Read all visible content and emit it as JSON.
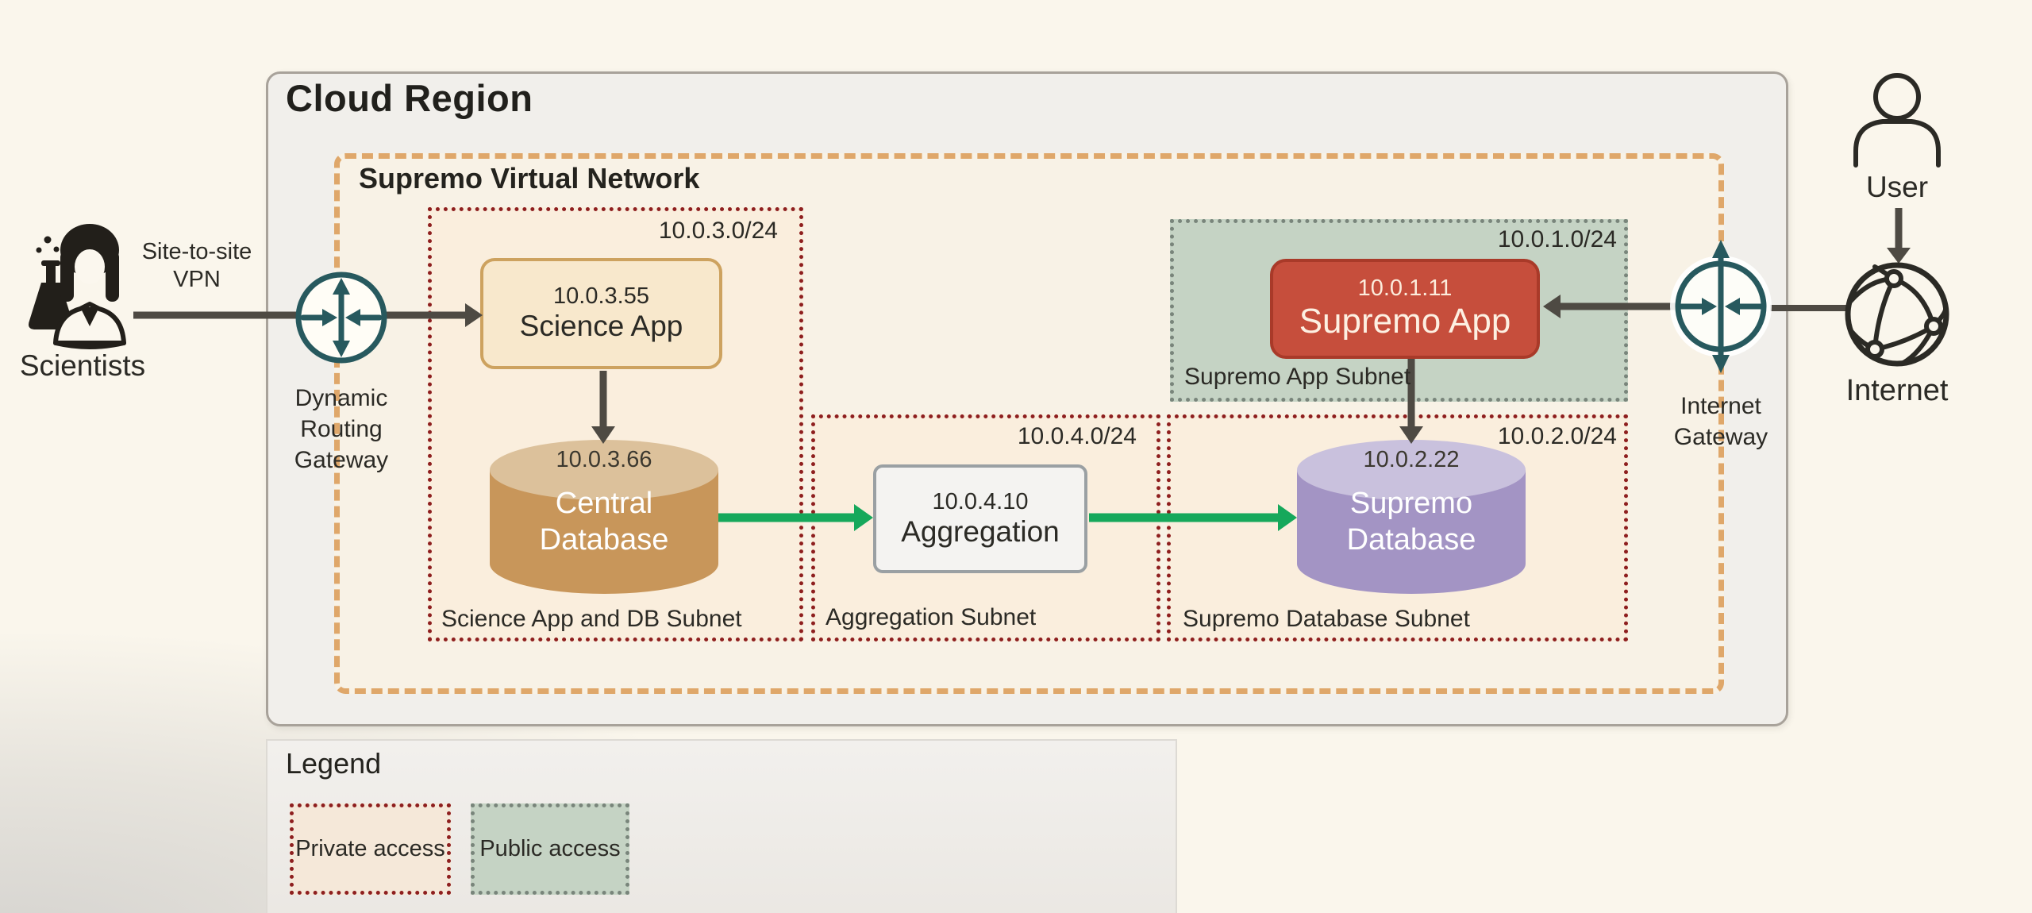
{
  "diagram": {
    "cloud_region": {
      "title": "Cloud Region"
    },
    "virtual_network": {
      "label": "Supremo Virtual Network"
    },
    "subnets": {
      "science": {
        "cidr": "10.0.3.0/24",
        "name": "Science App and DB Subnet",
        "access": "private"
      },
      "aggregation": {
        "cidr": "10.0.4.0/24",
        "name": "Aggregation Subnet",
        "access": "private"
      },
      "supremo_database": {
        "cidr": "10.0.2.0/24",
        "name": "Supremo Database Subnet",
        "access": "private"
      },
      "supremo_app": {
        "cidr": "10.0.1.0/24",
        "name": "Supremo App Subnet",
        "access": "public"
      }
    },
    "nodes": {
      "science_app": {
        "ip": "10.0.3.55",
        "label": "Science App"
      },
      "central_db": {
        "ip": "10.0.3.66",
        "label": "Central Database"
      },
      "aggregation": {
        "ip": "10.0.4.10",
        "label": "Aggregation"
      },
      "supremo_app": {
        "ip": "10.0.1.11",
        "label": "Supremo App"
      },
      "supremo_db": {
        "ip": "10.0.2.22",
        "label": "Supremo Database"
      }
    },
    "external": {
      "scientists": {
        "label": "Scientists"
      },
      "vpn": {
        "label": "Site-to-site VPN"
      },
      "drg": {
        "label": "Dynamic Routing Gateway"
      },
      "igw": {
        "label": "Internet Gateway"
      },
      "user": {
        "label": "User"
      },
      "internet": {
        "label": "Internet"
      }
    },
    "legend": {
      "title": "Legend",
      "items": [
        {
          "label": "Private access"
        },
        {
          "label": "Public access"
        }
      ]
    },
    "icons": {
      "scientist": "scientist-with-flask",
      "drg": "router-circle-arrows",
      "igw": "router-circle-arrows-extended",
      "user": "person-outline",
      "internet": "globe-network"
    },
    "colors": {
      "background": "#faf6ec",
      "cloud_fill": "#f1efeb",
      "vn_fill": "#f8f2e6",
      "vn_dash": "#dfa76a",
      "private_fill": "#faeedd",
      "private_border": "#8e1f1f",
      "public_fill": "#c5d3c4",
      "public_border": "#79857b",
      "science_app_fill": "#f8e8cc",
      "central_db_fill": "#c8965a",
      "supremo_app_fill": "#c64e3c",
      "supremo_db_fill": "#a394c4",
      "green_arrow": "#16a85b",
      "dark_arrow": "#4e4a43",
      "teal_icon": "#27595e"
    }
  }
}
